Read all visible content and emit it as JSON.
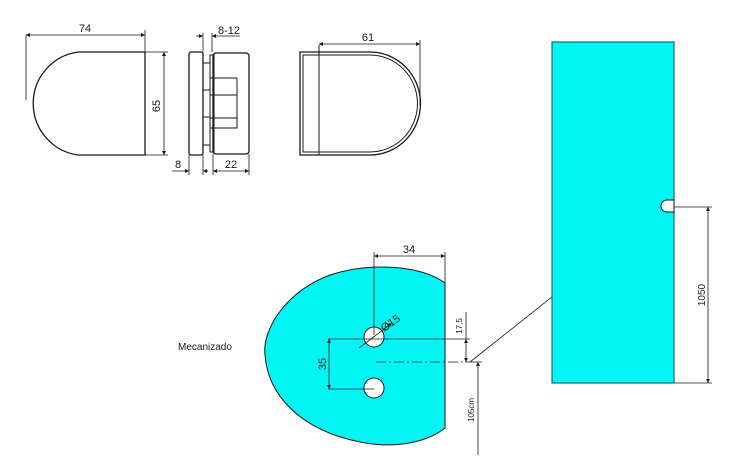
{
  "colors": {
    "glass_fill": "#00f5f5",
    "glass_stroke": "#1a6b6b",
    "line": "#1a1a1a",
    "background": "#ffffff"
  },
  "front_view": {
    "width_dim": "74",
    "height_dim": "65"
  },
  "side_view": {
    "glass_gap_dim": "8-12",
    "plate_thickness_dim": "8",
    "body_depth_dim": "22"
  },
  "back_view": {
    "width_dim": "61"
  },
  "machining_detail": {
    "title": "Mecanizado",
    "edge_offset_dim": "34",
    "hole_diameter_dim": "Ø15",
    "hole_spacing_dim": "35",
    "half_spacing_dim": "17,5",
    "height_from_floor_dim": "105cm"
  },
  "door_panel": {
    "hinge_height_dim": "1050"
  }
}
